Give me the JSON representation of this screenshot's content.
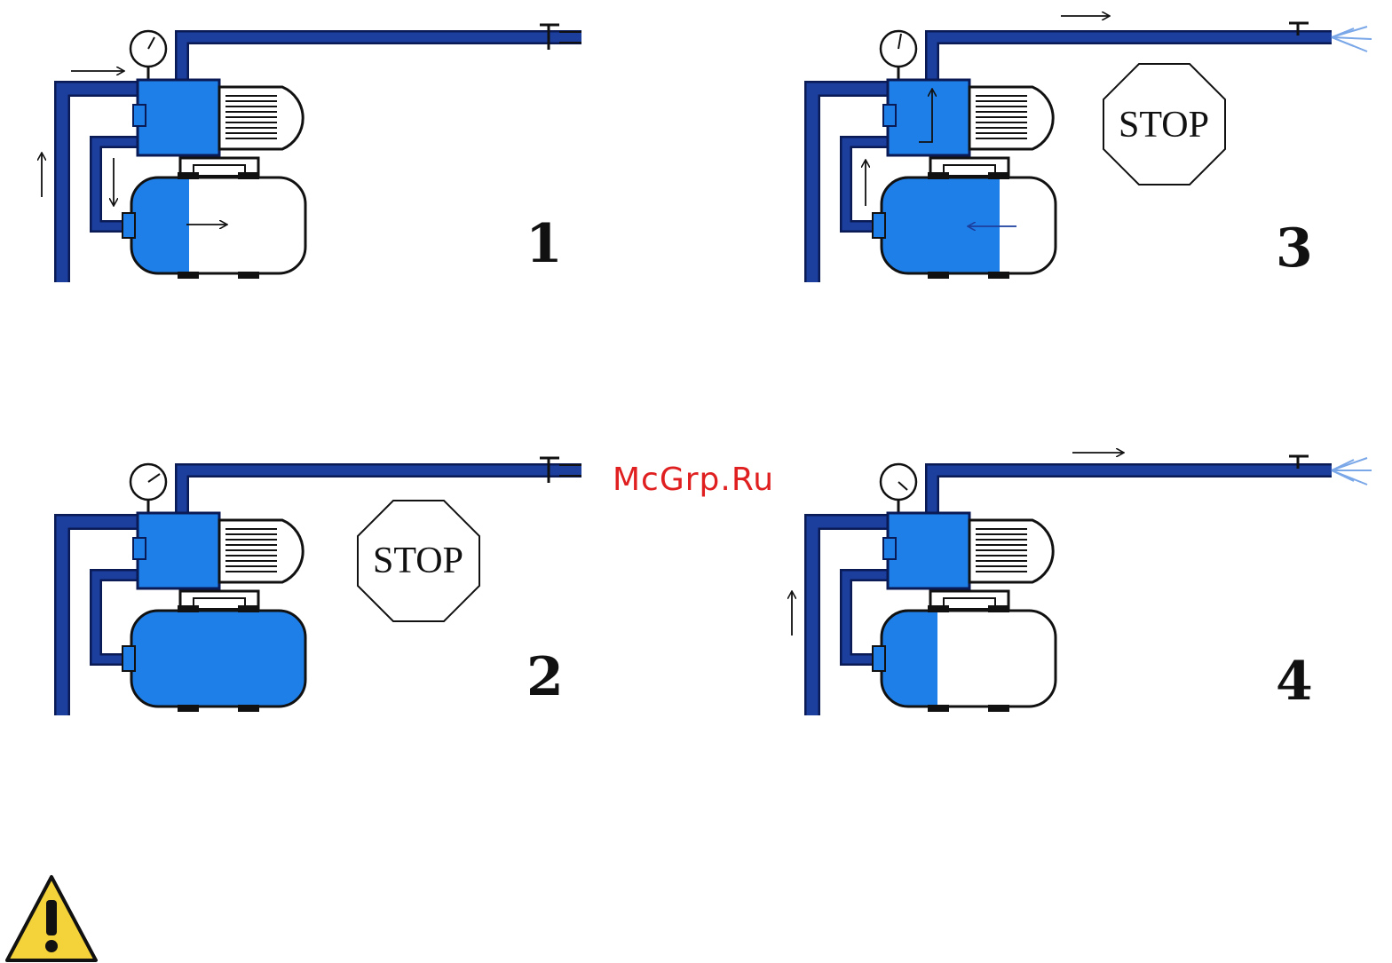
{
  "colors": {
    "water": "#1e7fe8",
    "pipe": "#1c3f9e",
    "outline": "#0a1a55",
    "spray": "#7aa7e8",
    "warning": "#f4d23a"
  },
  "watermark": "McGrp.Ru",
  "stop_label": "STOP",
  "panels": [
    {
      "number": "1",
      "tank_fill": 0.33,
      "stop_sign": false,
      "tap_open": false
    },
    {
      "number": "3",
      "tank_fill": 0.68,
      "stop_sign": true,
      "tap_open": true
    },
    {
      "number": "2",
      "tank_fill": 1.0,
      "stop_sign": true,
      "tap_open": false
    },
    {
      "number": "4",
      "tank_fill": 0.32,
      "stop_sign": false,
      "tap_open": true
    }
  ],
  "icons": [
    "arrow-icon",
    "pressure-gauge-icon",
    "stop-sign-icon",
    "tap-icon",
    "warning-icon"
  ]
}
